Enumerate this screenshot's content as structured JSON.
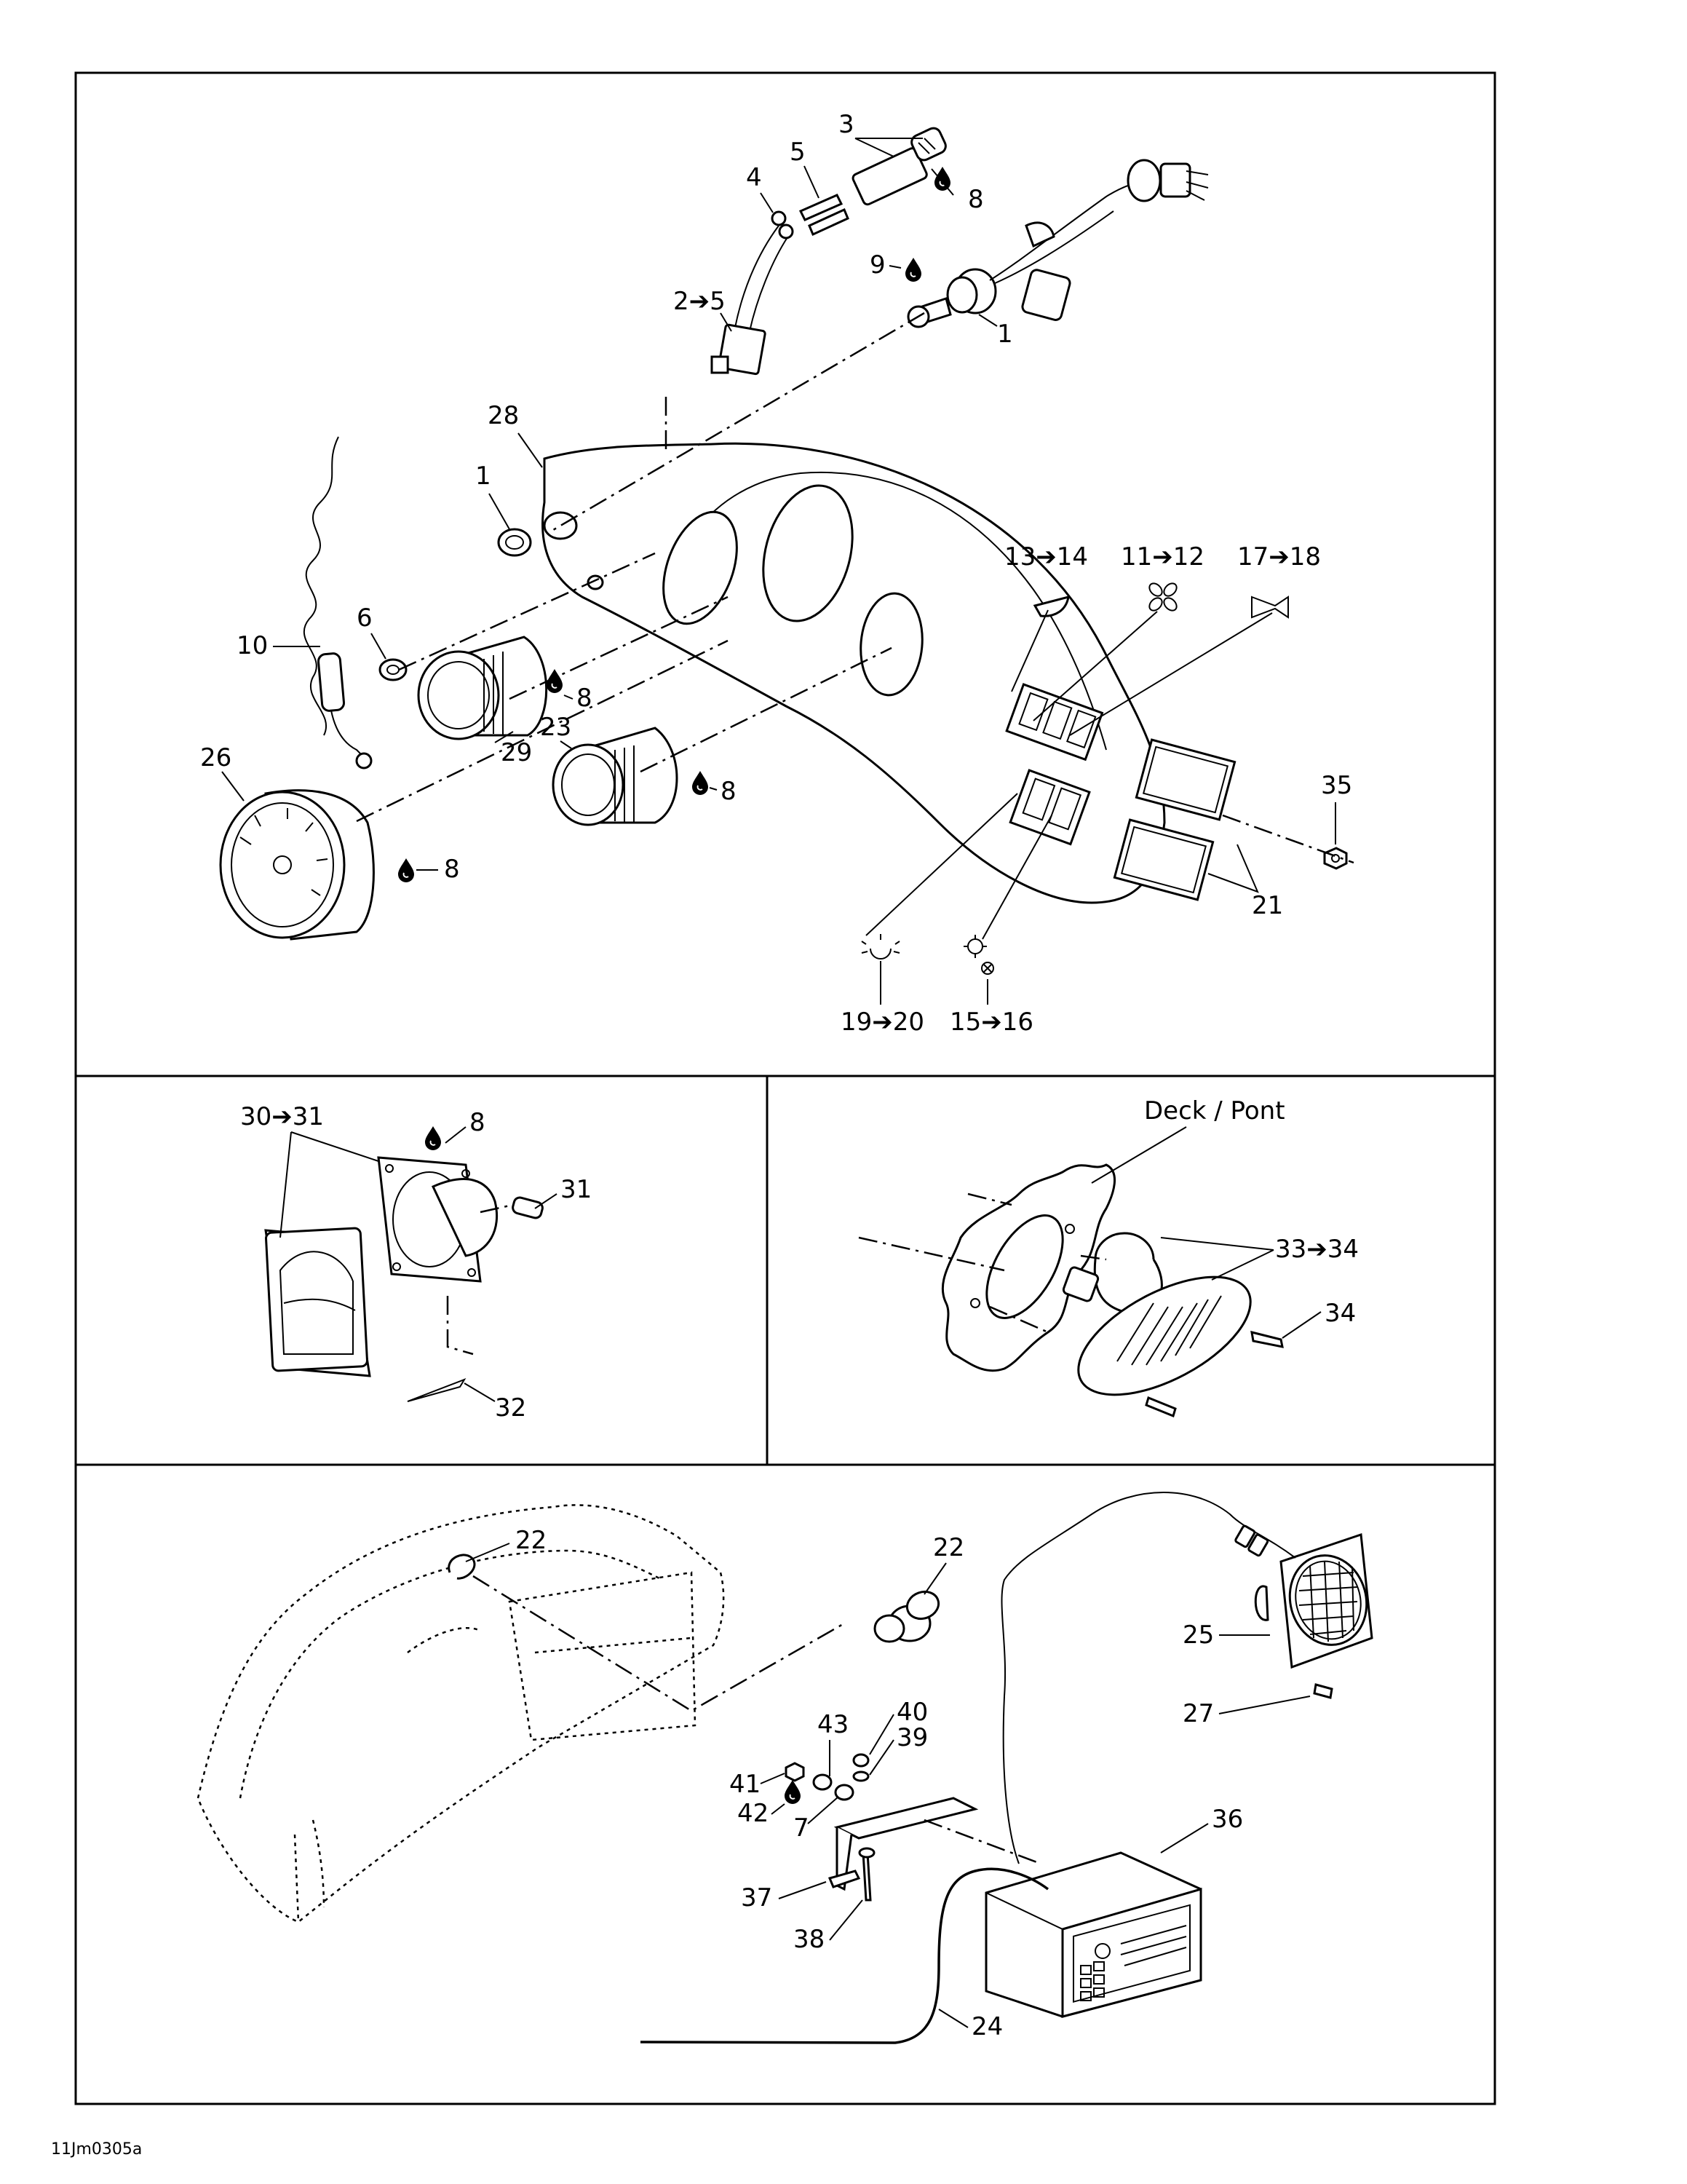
{
  "labels": {
    "p3": "3",
    "p5": "5",
    "p4": "4",
    "p8a": "8",
    "p9": "9",
    "p2_5": "2➔5",
    "p1a": "1",
    "p28": "28",
    "p1b": "1",
    "p10": "10",
    "p6": "6",
    "p8b": "8",
    "p29": "29",
    "p23": "23",
    "p8c": "8",
    "p26": "26",
    "p8d": "8",
    "p13_14": "13➔14",
    "p11_12": "11➔12",
    "p17_18": "17➔18",
    "p35": "35",
    "p21": "21",
    "p19_20": "19➔20",
    "p15_16": "15➔16",
    "p30_31": "30➔31",
    "p8e": "8",
    "p31": "31",
    "p32": "32",
    "deck": "Deck / Pont",
    "p33_34": "33➔34",
    "p34": "34",
    "p22a": "22",
    "p22b": "22",
    "p25": "25",
    "p27": "27",
    "p43": "43",
    "p40": "40",
    "p39": "39",
    "p41": "41",
    "p42": "42",
    "p7": "7",
    "p36": "36",
    "p37": "37",
    "p38": "38",
    "p24": "24"
  },
  "figure_ref": "11Jm0305a",
  "icons": [
    "oil-drop-icon",
    "fan-icon",
    "horn-icon",
    "light-icon",
    "bilge-icon",
    "wiper-icon"
  ]
}
